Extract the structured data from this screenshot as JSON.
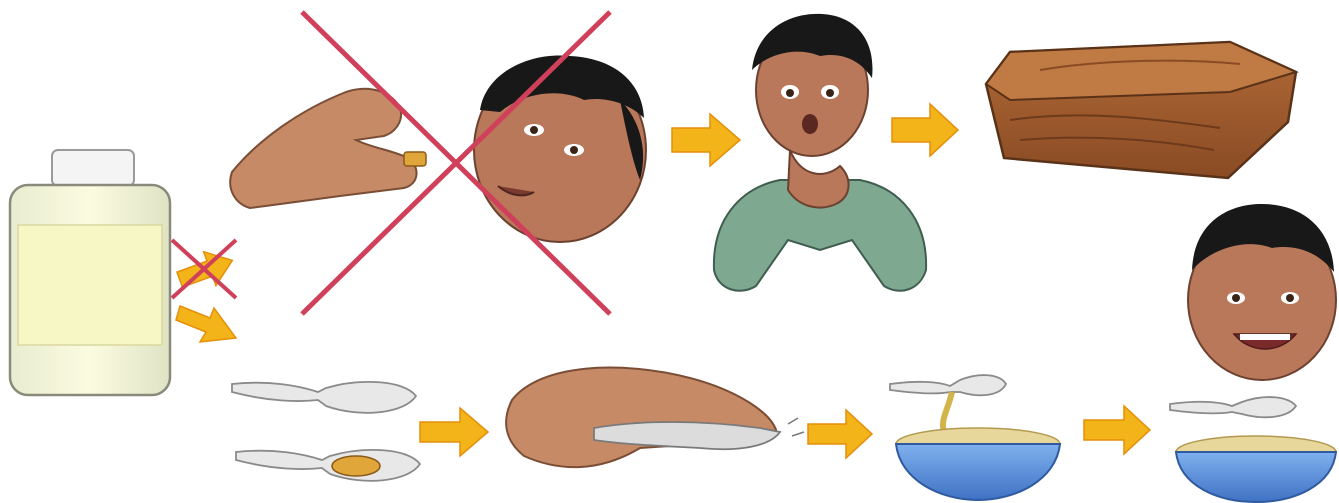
{
  "diagram": {
    "description_visible_text": "",
    "panels": [
      {
        "id": "bottle",
        "icon": "medicine-bottle-icon"
      },
      {
        "id": "whole-tablet-to-child",
        "icon": "hand-with-tablet-icon",
        "crossed_out": true
      },
      {
        "id": "choking-child",
        "icon": "choking-child-icon"
      },
      {
        "id": "coffin",
        "icon": "coffin-icon"
      },
      {
        "id": "tablet-on-spoon",
        "icon": "spoon-with-tablet-icon"
      },
      {
        "id": "crushing-tablet",
        "icon": "crushing-tablet-icon"
      },
      {
        "id": "mix-into-food",
        "icon": "food-bowl-icon"
      },
      {
        "id": "happy-child-eating",
        "icon": "happy-child-icon"
      }
    ],
    "colors": {
      "arrow": "#f2b418",
      "arrow_outline": "#e58f0a",
      "cross": "#d0405a",
      "skin": "#b9785a",
      "hair": "#181818",
      "sweater": "#7ea890",
      "wood": "#9c5a2e",
      "bowl": "#5a8fd6",
      "food": "#e8d79a",
      "bottle_label": "#f4f4c8"
    }
  }
}
